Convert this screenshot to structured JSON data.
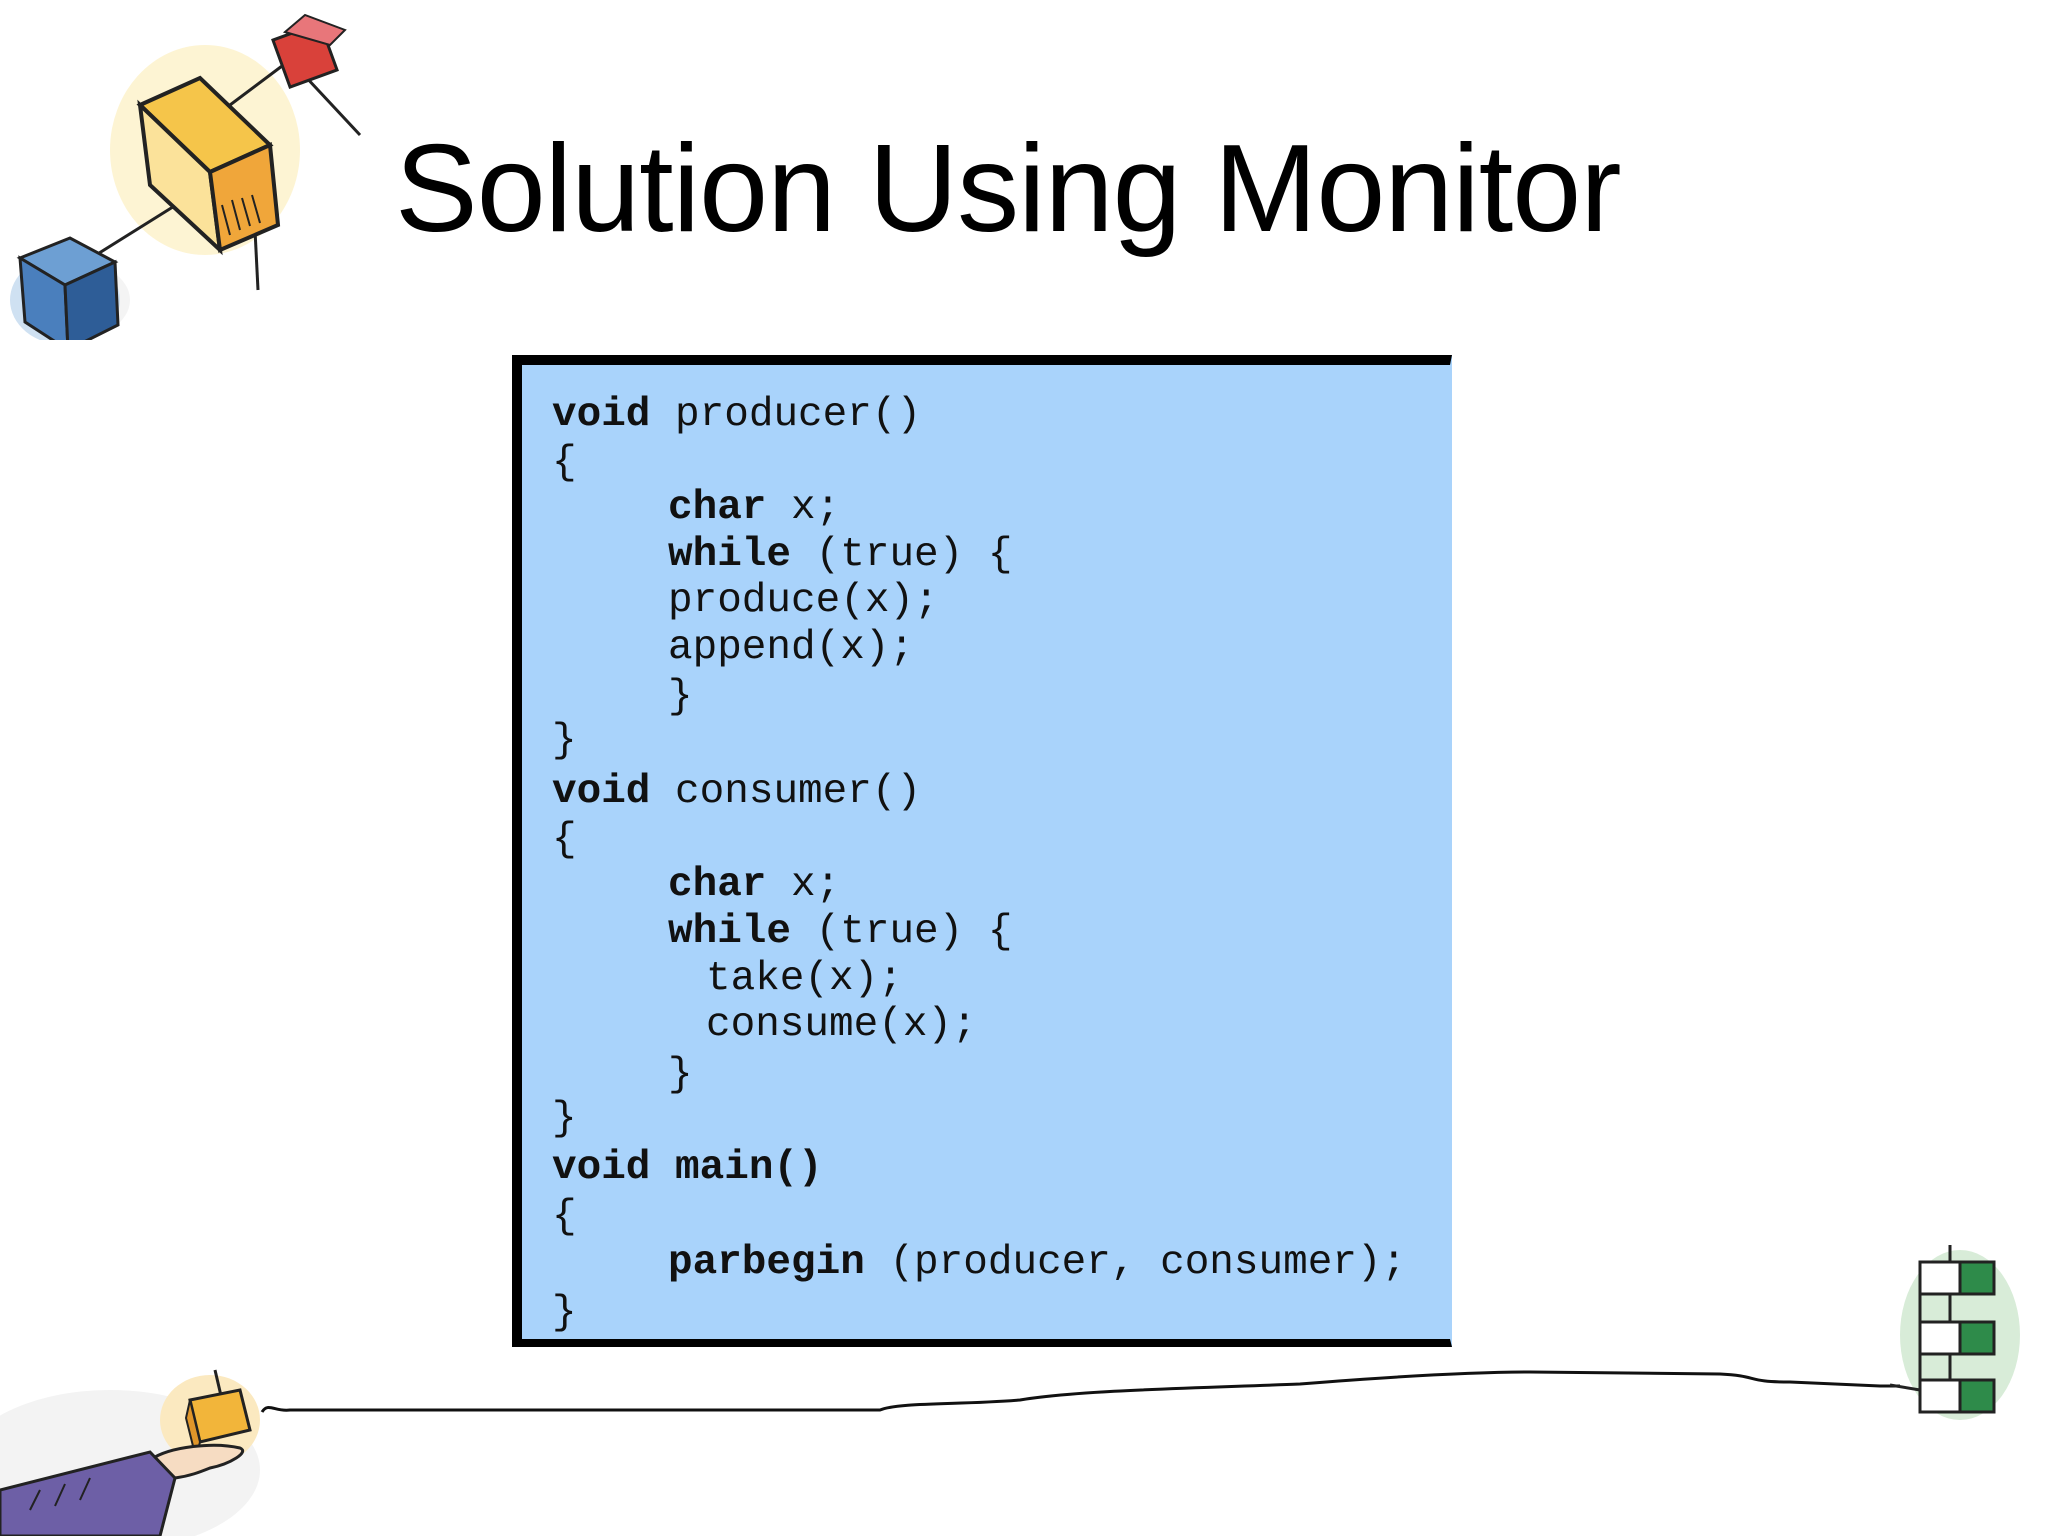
{
  "slide": {
    "title": "Solution Using Monitor"
  },
  "code": {
    "lines": [
      {
        "kw": "void",
        "text": " producer()"
      },
      {
        "kw": "",
        "text": "{"
      },
      {
        "kw": "char",
        "text": " x;"
      },
      {
        "kw": "while",
        "text": " (true) {"
      },
      {
        "kw": "",
        "text": "produce(x);"
      },
      {
        "kw": "",
        "text": "append(x);"
      },
      {
        "kw": "",
        "text": "}"
      },
      {
        "kw": "",
        "text": "}"
      },
      {
        "kw": "void",
        "text": " consumer()"
      },
      {
        "kw": "",
        "text": "{"
      },
      {
        "kw": "char",
        "text": " x;"
      },
      {
        "kw": "while",
        "text": " (true) {"
      },
      {
        "kw": "",
        "text": "take(x);"
      },
      {
        "kw": "",
        "text": "consume(x);"
      },
      {
        "kw": "",
        "text": "}"
      },
      {
        "kw": "",
        "text": "}"
      },
      {
        "kw": "void main()",
        "text": ""
      },
      {
        "kw": "",
        "text": "{"
      },
      {
        "kw": "parbegin",
        "text": " (producer, consumer);"
      },
      {
        "kw": "",
        "text": "}"
      }
    ]
  },
  "colors": {
    "code_background": "#a9d3fb",
    "code_border": "#000000",
    "title_text": "#000000"
  },
  "icons": [
    "cubes-illustration-icon",
    "hand-holding-box-icon",
    "green-org-chart-icon",
    "connector-line"
  ]
}
